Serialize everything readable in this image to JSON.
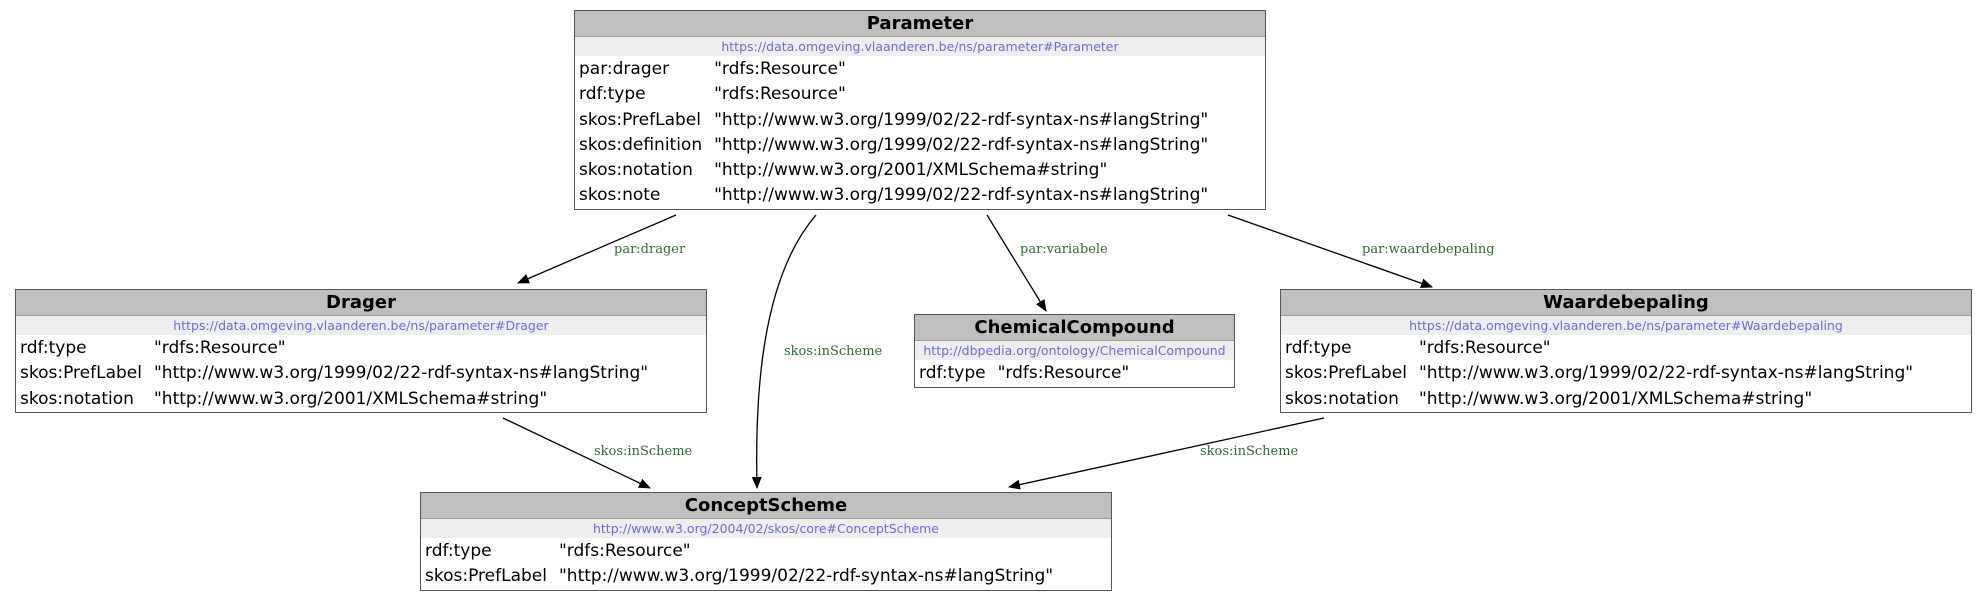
{
  "nodes": {
    "parameter": {
      "title": "Parameter",
      "uri": "https://data.omgeving.vlaanderen.be/ns/parameter#Parameter",
      "rows": [
        {
          "prop": "par:drager",
          "value": "\"rdfs:Resource\""
        },
        {
          "prop": "rdf:type",
          "value": "\"rdfs:Resource\""
        },
        {
          "prop": "skos:PrefLabel",
          "value": "\"http://www.w3.org/1999/02/22-rdf-syntax-ns#langString\""
        },
        {
          "prop": "skos:definition",
          "value": "\"http://www.w3.org/1999/02/22-rdf-syntax-ns#langString\""
        },
        {
          "prop": "skos:notation",
          "value": "\"http://www.w3.org/2001/XMLSchema#string\""
        },
        {
          "prop": "skos:note",
          "value": "\"http://www.w3.org/1999/02/22-rdf-syntax-ns#langString\""
        }
      ]
    },
    "drager": {
      "title": "Drager",
      "uri": "https://data.omgeving.vlaanderen.be/ns/parameter#Drager",
      "rows": [
        {
          "prop": "rdf:type",
          "value": "\"rdfs:Resource\""
        },
        {
          "prop": "skos:PrefLabel",
          "value": "\"http://www.w3.org/1999/02/22-rdf-syntax-ns#langString\""
        },
        {
          "prop": "skos:notation",
          "value": "\"http://www.w3.org/2001/XMLSchema#string\""
        }
      ]
    },
    "chemical": {
      "title": "ChemicalCompound",
      "uri": "http://dbpedia.org/ontology/ChemicalCompound",
      "rows": [
        {
          "prop": "rdf:type",
          "value": "\"rdfs:Resource\""
        }
      ]
    },
    "waardebepaling": {
      "title": "Waardebepaling",
      "uri": "https://data.omgeving.vlaanderen.be/ns/parameter#Waardebepaling",
      "rows": [
        {
          "prop": "rdf:type",
          "value": "\"rdfs:Resource\""
        },
        {
          "prop": "skos:PrefLabel",
          "value": "\"http://www.w3.org/1999/02/22-rdf-syntax-ns#langString\""
        },
        {
          "prop": "skos:notation",
          "value": "\"http://www.w3.org/2001/XMLSchema#string\""
        }
      ]
    },
    "conceptscheme": {
      "title": "ConceptScheme",
      "uri": "http://www.w3.org/2004/02/skos/core#ConceptScheme",
      "rows": [
        {
          "prop": "rdf:type",
          "value": "\"rdfs:Resource\""
        },
        {
          "prop": "skos:PrefLabel",
          "value": "\"http://www.w3.org/1999/02/22-rdf-syntax-ns#langString\""
        }
      ]
    }
  },
  "edges": [
    {
      "id": "parameter-drager",
      "label": "par:drager"
    },
    {
      "id": "parameter-conceptscheme",
      "label": "skos:inScheme"
    },
    {
      "id": "parameter-chemical",
      "label": "par:variabele"
    },
    {
      "id": "parameter-waardebepaling",
      "label": "par:waardebepaling"
    },
    {
      "id": "drager-conceptscheme",
      "label": "skos:inScheme"
    },
    {
      "id": "waardebepaling-conceptscheme",
      "label": "skos:inScheme"
    }
  ],
  "colors": {
    "header": "#bfbfbf",
    "uri_band": "#eeeeee",
    "uri_text": "#6b6bd9",
    "edge_label": "#2e6b2e"
  }
}
